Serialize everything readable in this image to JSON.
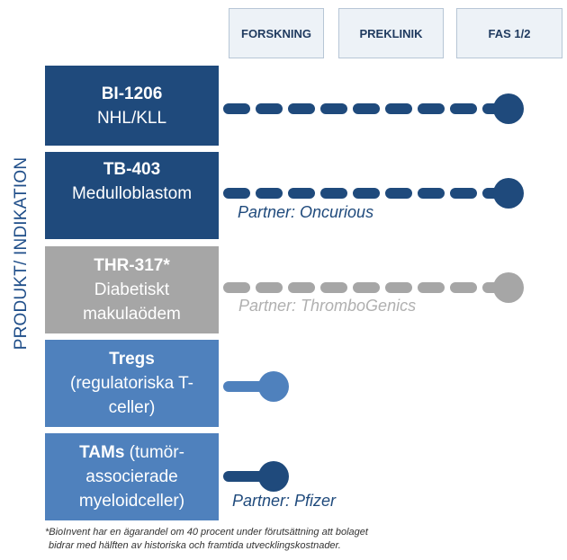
{
  "phases": [
    {
      "label": "FORSKNING"
    },
    {
      "label": "PREKLINIK"
    },
    {
      "label": "FAS 1/2"
    }
  ],
  "axis_label": "PRODUKT/ INDIKATION",
  "products": [
    {
      "name": "BI-1206",
      "indication": "NHL/KLL",
      "color": "#1f4a7c",
      "progress": 1.0,
      "partner": ""
    },
    {
      "name": "TB-403",
      "indication": "Medulloblastom",
      "color": "#1f4a7c",
      "progress": 1.0,
      "partner": "Partner: Oncurious"
    },
    {
      "name": "THR-317*",
      "indication": "Diabetiskt makulaödem",
      "color": "#a6a6a6",
      "progress": 1.0,
      "partner": "Partner: ThromboGenics"
    },
    {
      "name": "Tregs",
      "indication": "(regulatoriska T-celler)",
      "color": "#4f81bd",
      "progress": 0.0,
      "partner": ""
    },
    {
      "name": "TAMs",
      "name_suffix": " (tumör-associerade myeloidceller)",
      "color": "#4f81bd",
      "progress": 0.0,
      "partner": "Partner: Pfizer"
    }
  ],
  "footnote": {
    "line1": "*BioInvent har en ägarandel om 40 procent under förutsättning att bolaget",
    "line2": "bidrar med hälften av historiska och framtida utvecklingskostnader."
  }
}
